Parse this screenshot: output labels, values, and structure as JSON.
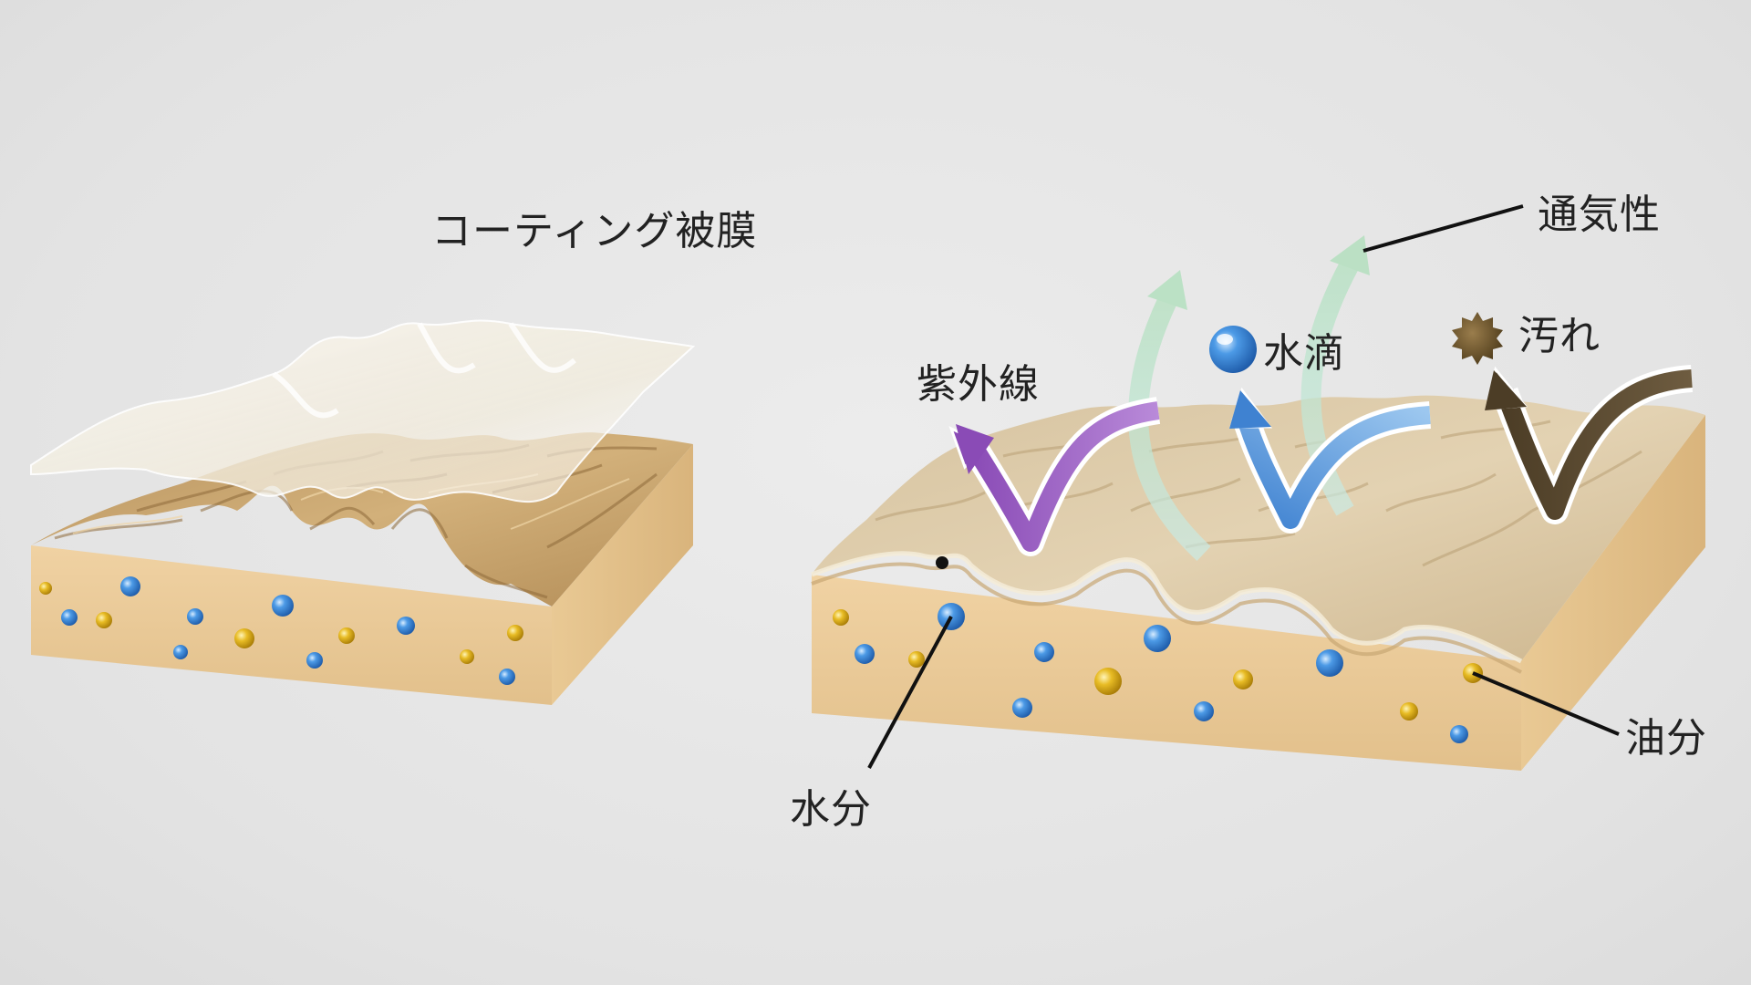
{
  "labels": {
    "coating_film": "コーティング被膜",
    "uv": "紫外線",
    "water_drop": "水滴",
    "dirt": "汚れ",
    "breathability": "通気性",
    "moisture": "水分",
    "oil": "油分"
  },
  "colors": {
    "background": "#e4e4e4",
    "skin_top": "#c9a977",
    "skin_side": "#e8c999",
    "coating": "#f3eee2",
    "uv_arrow": "#8e55b6",
    "water_arrow": "#4f8fd6",
    "dirt_arrow": "#5a4a32",
    "air_arrow": "#b9e2c8",
    "water_particle": "#3c8ddc",
    "oil_particle": "#e3b51d"
  },
  "icons": {
    "water_drop": "blue-sphere-icon",
    "dirt": "spiky-dirt-icon"
  }
}
